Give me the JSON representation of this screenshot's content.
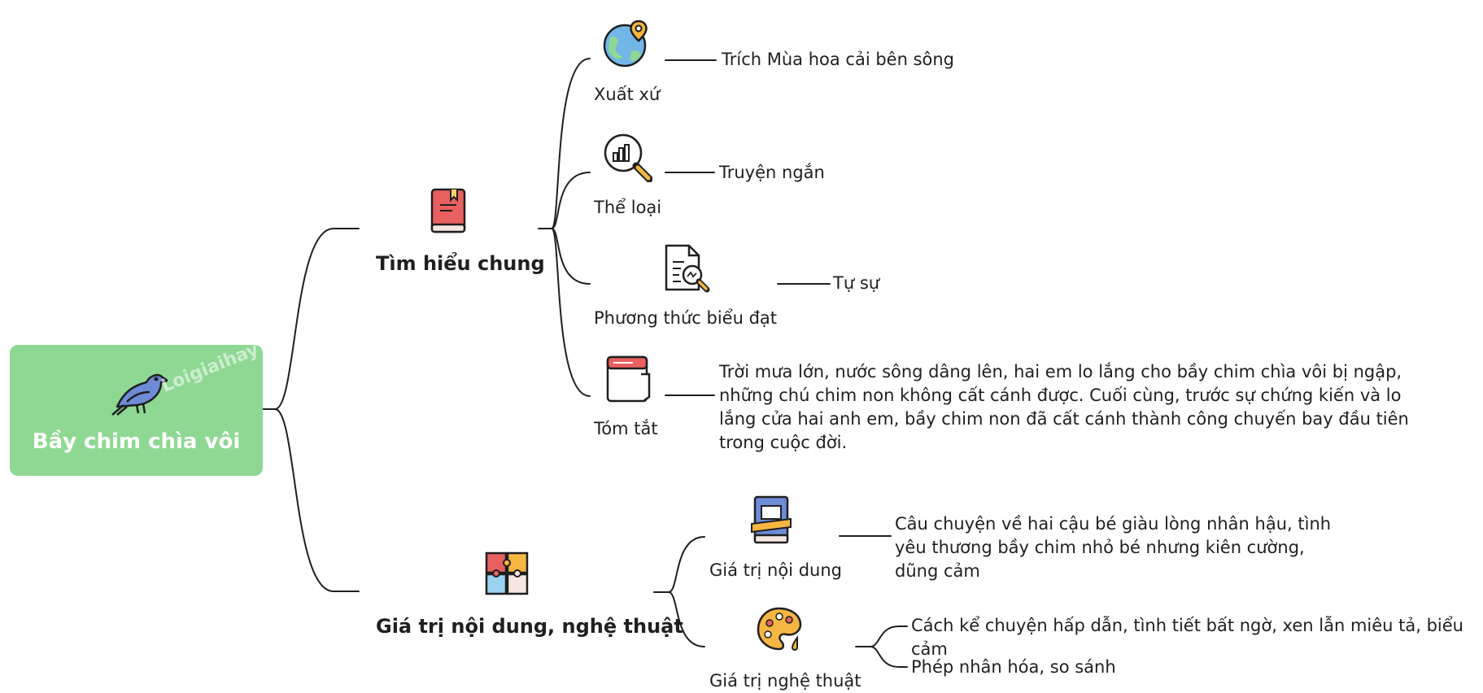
{
  "root": {
    "title": "Bầy chim chìa vôi",
    "watermark": "Loigiaihay",
    "icon": "bird-icon"
  },
  "branches": [
    {
      "label": "Tìm hiểu chung",
      "icon": "red-book-icon",
      "children": [
        {
          "label": "Xuất xứ",
          "icon": "globe-location-icon",
          "leaves": [
            "Trích Mùa hoa cải bên sông"
          ]
        },
        {
          "label": "Thể loại",
          "icon": "chart-magnifier-icon",
          "leaves": [
            "Truyện ngắn"
          ]
        },
        {
          "label": "Phương thức biểu đạt",
          "icon": "document-search-icon",
          "leaves": [
            "Tự sự"
          ]
        },
        {
          "label": "Tóm tắt",
          "icon": "notebook-icon",
          "leaves": [
            "Trời mưa lớn, nước sông dâng lên, hai em lo lắng cho bầy chim chìa vôi bị ngập, những chú chim non không cất cánh được. Cuối cùng, trước sự chứng kiến và lo lắng cửa hai anh em, bầy chim non đã cất cánh thành công chuyến bay đầu tiên trong cuộc đời."
          ]
        }
      ]
    },
    {
      "label": "Giá trị nội dung, nghệ thuật",
      "icon": "puzzle-icon",
      "children": [
        {
          "label": "Giá trị nội dung",
          "icon": "blue-book-icon",
          "leaves": [
            "Câu chuyện về hai cậu bé giàu lòng nhân hậu, tình yêu thương bầy chim nhỏ bé nhưng kiên cường, dũng cảm"
          ]
        },
        {
          "label": "Giá trị nghệ thuật",
          "icon": "paint-palette-icon",
          "leaves": [
            "Cách kể chuyện hấp dẫn, tình tiết bất ngờ, xen lẫn miêu tả, biểu cảm",
            "Phép nhân hóa, so sánh"
          ]
        }
      ]
    }
  ],
  "colors": {
    "root_fill": "#8fd893",
    "root_text": "#ffffff",
    "connector": "#1f1f1f"
  }
}
